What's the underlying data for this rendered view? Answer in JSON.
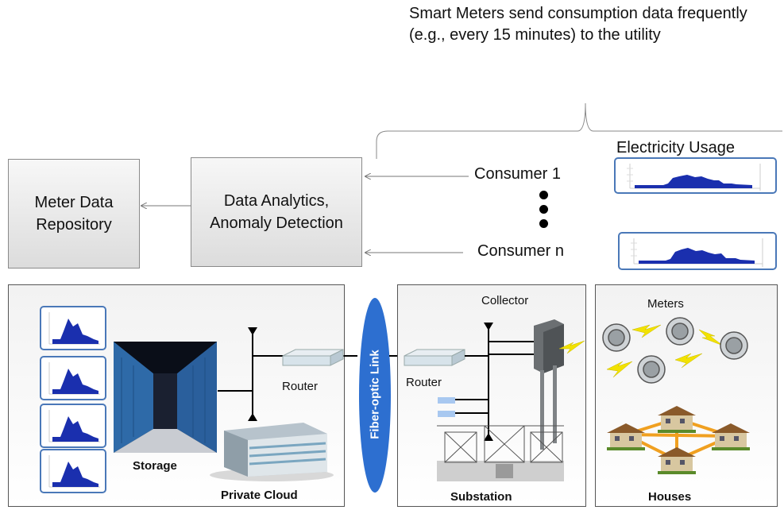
{
  "note": {
    "text": "Smart Meters send consumption data frequently (e.g., every 15 minutes) to the utility"
  },
  "repository": {
    "label": "Meter Data Repository"
  },
  "analytics": {
    "label": "Data Analytics, Anomaly Detection"
  },
  "consumers": {
    "first": "Consumer 1",
    "last": "Consumer n"
  },
  "usage": {
    "title": "Electricity Usage"
  },
  "cloud_panel": {
    "storage_label": "Storage",
    "private_cloud_label": "Private Cloud",
    "router_label": "Router"
  },
  "link": {
    "label": "Fiber-optic Link"
  },
  "substation_panel": {
    "collector_label": "Collector",
    "router_label": "Router",
    "substation_label": "Substation"
  },
  "houses_panel": {
    "meters_label": "Meters",
    "houses_label": "Houses"
  },
  "colors": {
    "usage_fill": "#1a2fae",
    "card_border": "#4a78b8",
    "fiber": "#2d6fd0",
    "bolt": "#f2e200",
    "house_link": "#f0a020"
  }
}
